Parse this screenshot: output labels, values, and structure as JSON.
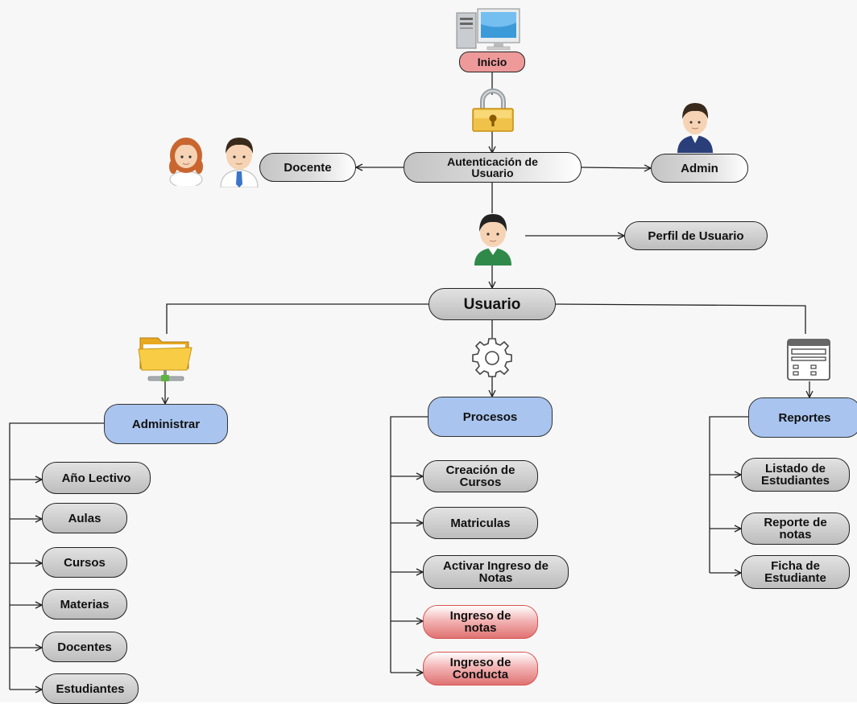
{
  "colors": {
    "node_gray": "#c8c8c8",
    "node_blue": "#a8c4ef",
    "node_red": "#e88080",
    "start_pink": "#ee9a9a",
    "line": "#222222"
  },
  "icons": {
    "computer": "computer-icon",
    "lock": "padlock-icon",
    "female_teacher": "female-user-icon",
    "male_teacher": "male-user-tie-icon",
    "admin": "admin-user-icon",
    "user": "user-green-icon",
    "folder": "network-folder-icon",
    "gear": "gear-icon",
    "report": "report-form-icon"
  },
  "nodes": {
    "inicio": "Inicio",
    "auth": "Autenticación de\nUsuario",
    "docente": "Docente",
    "admin": "Admin",
    "perfil": "Perfil de Usuario",
    "usuario": "Usuario",
    "administrar": "Administrar",
    "procesos": "Procesos",
    "reportes": "Reportes"
  },
  "administrar_items": [
    "Año Lectivo",
    "Aulas",
    "Cursos",
    "Materias",
    "Docentes",
    "Estudiantes"
  ],
  "procesos_items": [
    "Creación de\nCursos",
    "Matriculas",
    "Activar Ingreso de\nNotas",
    "Ingreso de\nnotas",
    "Ingreso de\nConducta"
  ],
  "reportes_items": [
    "Listado de\nEstudiantes",
    "Reporte de\nnotas",
    "Ficha de\nEstudiante"
  ]
}
